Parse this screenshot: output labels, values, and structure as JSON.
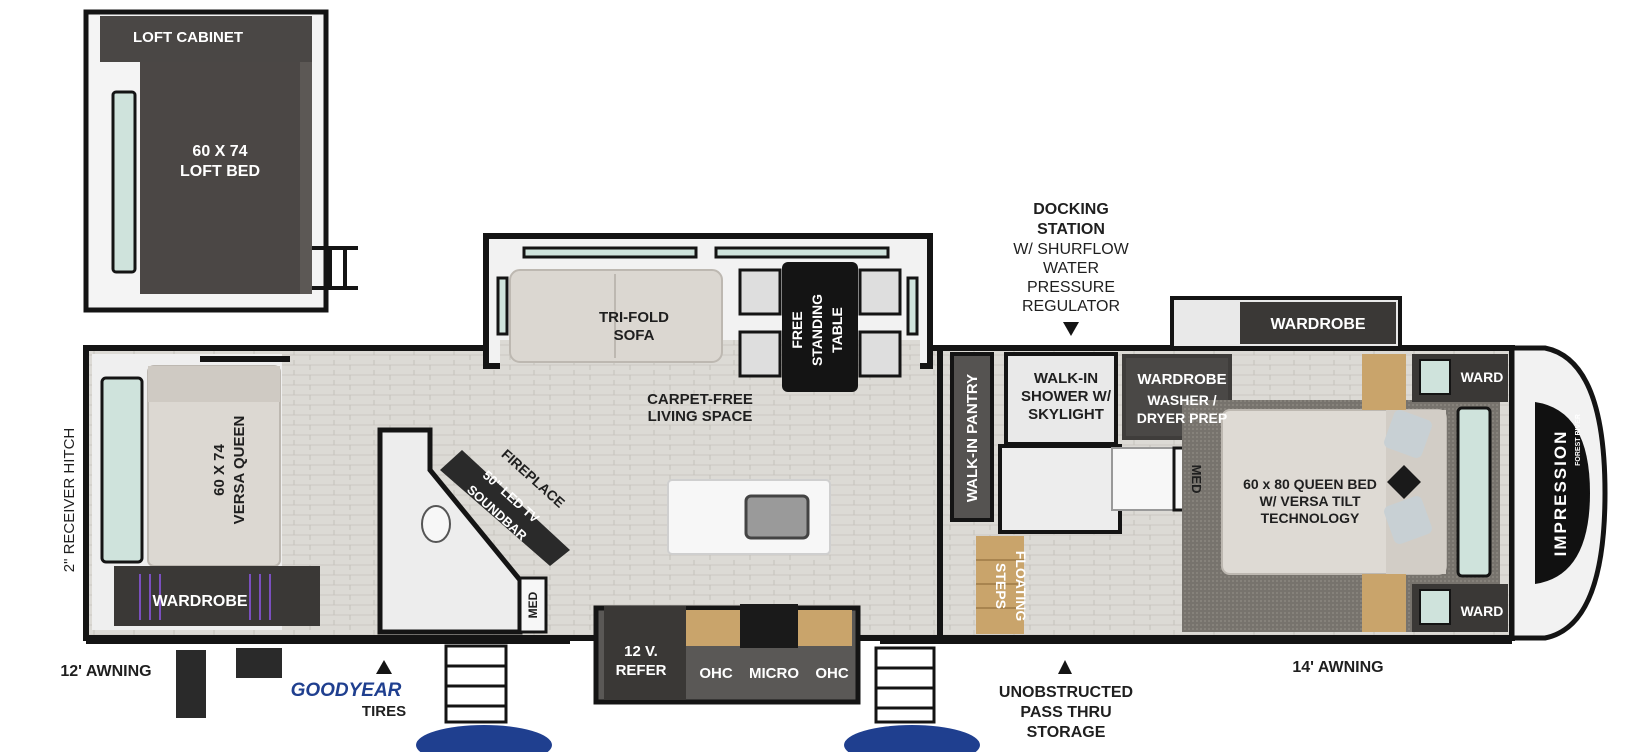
{
  "labels": {
    "loft_cabinet": "LOFT CABINET",
    "loft_bed_size": "60 X 74",
    "loft_bed": "LOFT BED",
    "tri_fold_sofa_1": "TRI-FOLD",
    "tri_fold_sofa_2": "SOFA",
    "table_1": "FREE",
    "table_2": "STANDING",
    "table_3": "TABLE",
    "docking_1": "DOCKING",
    "docking_2": "STATION",
    "docking_3": "W/ SHURFLOW",
    "docking_4": "WATER",
    "docking_5": "PRESSURE",
    "docking_6": "REGULATOR",
    "wardrobe_top": "WARDROBE",
    "versa_size": "60 X 74",
    "versa_queen": "VERSA QUEEN",
    "receiver_hitch": "2\" RECEIVER HITCH",
    "carpet_free_1": "CARPET-FREE",
    "carpet_free_2": "LIVING SPACE",
    "fireplace": "FIREPLACE",
    "led_tv": "50\" LED TV",
    "soundbar": "SOUNDBAR",
    "walk_in_pantry": "WALK-IN PANTRY",
    "shower_1": "WALK-IN",
    "shower_2": "SHOWER W/",
    "shower_3": "SKYLIGHT",
    "wardrobe_mid": "WARDROBE",
    "washer_1": "WASHER /",
    "washer_2": "DRYER PREP",
    "ward_top": "WARD",
    "ward_bottom": "WARD",
    "queen_1": "60 x 80 QUEEN BED",
    "queen_2": "W/ VERSA TILT",
    "queen_3": "TECHNOLOGY",
    "med_bath": "MED",
    "med_left": "MED",
    "wardrobe_left": "WARDROBE",
    "floating_1": "FLOATING",
    "floating_2": "STEPS",
    "refer_1": "12 V.",
    "refer_2": "REFER",
    "ohc_1": "OHC",
    "micro": "MICRO",
    "ohc_2": "OHC",
    "awning_left": "12' AWNING",
    "awning_right": "14' AWNING",
    "goodyear": "GOODYEAR",
    "tires": "TIRES",
    "pass_thru_1": "UNOBSTRUCTED",
    "pass_thru_2": "PASS THRU",
    "pass_thru_3": "STORAGE",
    "brand": "IMPRESSION",
    "brand_sub": "FOREST RIVER"
  },
  "colors": {
    "wall": "#141414",
    "floor": "#d9d7d2",
    "dark": "#2a2a2a",
    "glass": "#cfe3dc",
    "counter": "#f5f5f5",
    "wood": "#c9a46b",
    "carpet": "#6e6b66",
    "goodyear_blue": "#1f3f8f"
  }
}
